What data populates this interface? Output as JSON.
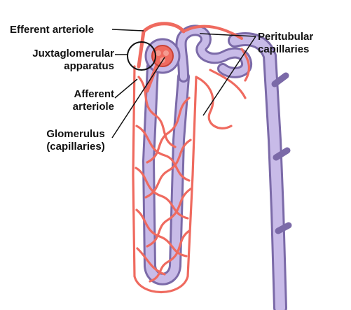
{
  "labels": {
    "efferent_arteriole": "Efferent arteriole",
    "juxtaglomerular": [
      "Juxtaglomerular",
      "apparatus"
    ],
    "afferent_arteriole": [
      "Afferent",
      "arteriole"
    ],
    "glomerulus": [
      "Glomerulus",
      "(capillaries)"
    ],
    "peritubular": [
      "Peritubular",
      "capillaries"
    ]
  },
  "colors": {
    "vessel": "#ef6a5f",
    "vessel_dark": "#c94438",
    "tubule": "#b6a6dc",
    "tubule_dark": "#7b6aa8",
    "leader": "#111111"
  }
}
